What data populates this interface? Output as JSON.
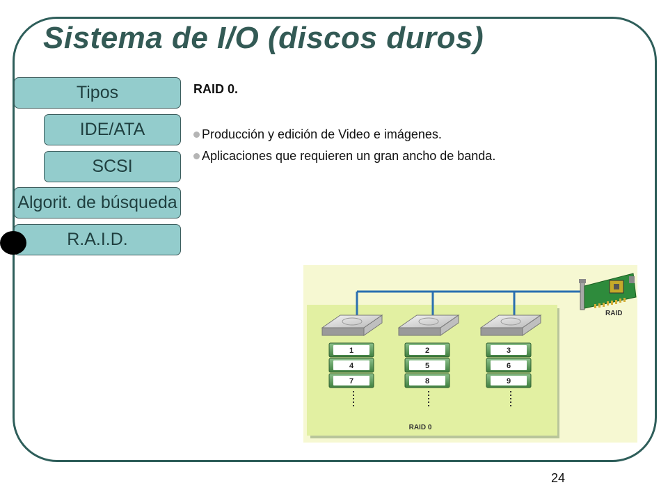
{
  "slide": {
    "title": "Sistema de I/O (discos duros)",
    "page_number": "24"
  },
  "nav": {
    "items": [
      {
        "label": "Tipos"
      },
      {
        "label": "IDE/ATA"
      },
      {
        "label": "SCSI"
      },
      {
        "label": "Algorit. de búsqueda"
      },
      {
        "label": "R.A.I.D."
      }
    ],
    "active_index": 4
  },
  "content": {
    "heading": "RAID 0.",
    "bullets": [
      "Producción y edición de Video e imágenes.",
      "Aplicaciones que requieren un gran ancho de banda."
    ]
  },
  "diagram": {
    "controller_label": "RAID",
    "array_label": "RAID 0",
    "disks": [
      {
        "blocks": [
          "1",
          "4",
          "7"
        ]
      },
      {
        "blocks": [
          "2",
          "5",
          "8"
        ]
      },
      {
        "blocks": [
          "3",
          "6",
          "9"
        ]
      }
    ],
    "colors": {
      "outer_background": "#f6f8d2",
      "array_background": "#e2f0a2",
      "bus_line": "#2a6fb0",
      "block_fill": "#5e9a5e",
      "card_pcb": "#2e8b3c"
    }
  }
}
